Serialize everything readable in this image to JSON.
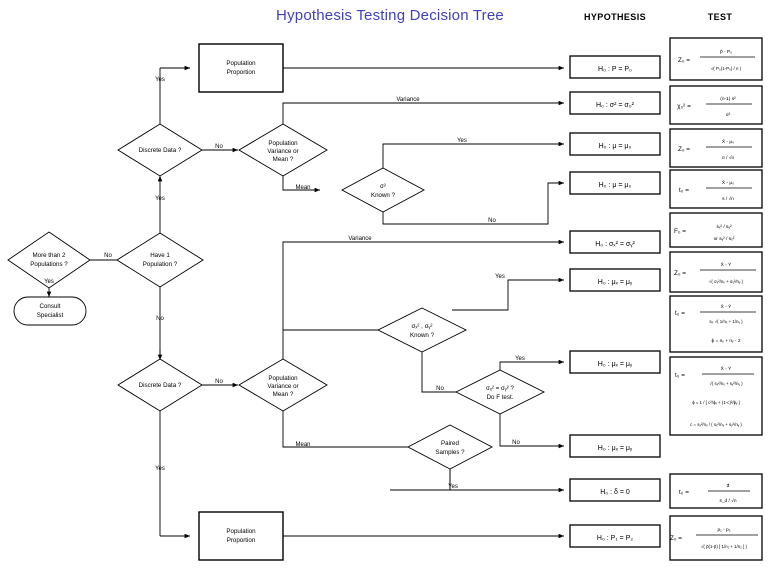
{
  "title": "Hypothesis Testing Decision Tree",
  "columns": {
    "hypothesis": "HYPOTHESIS",
    "test": "TEST"
  },
  "colors": {
    "title": "#4040c0",
    "stroke": "#000000",
    "background": "#ffffff"
  },
  "nodes": {
    "start": {
      "line1": "More than 2",
      "line2": "Populations ?"
    },
    "consult": {
      "line1": "Consult",
      "line2": "Specialist"
    },
    "have1": {
      "line1": "Have 1",
      "line2": "Population ?"
    },
    "discrete_top": {
      "line1": "Discrete Data ?"
    },
    "varmean_top": {
      "line1": "Population",
      "line2": "Variance or",
      "line3": "Mean ?"
    },
    "sigma_known": {
      "line1": "σ²",
      "line2": "Known ?"
    },
    "prop_top": {
      "line1": "Population",
      "line2": "Proportion"
    },
    "discrete_bot": {
      "line1": "Discrete Data ?"
    },
    "varmean_bot": {
      "line1": "Population",
      "line2": "Variance or",
      "line3": "Mean ?"
    },
    "sigmas_known": {
      "line1": "σₓ² , σᵧ²",
      "line2": "Known ?"
    },
    "ftest": {
      "line1": "σₓ² = σᵧ² ?",
      "line2": "Do F test."
    },
    "paired": {
      "line1": "Paired",
      "line2": "Samples ?"
    },
    "prop_bot": {
      "line1": "Population",
      "line2": "Proportion"
    }
  },
  "edge_labels": {
    "yes": "Yes",
    "no": "No",
    "variance": "Variance",
    "mean": "Mean"
  },
  "hypotheses": [
    {
      "id": "h1",
      "text": "H₀ :  P = P₀"
    },
    {
      "id": "h2",
      "text": "H₀ :  σ² = σ₀²"
    },
    {
      "id": "h3",
      "text": "H₀ :  μ = μ₀"
    },
    {
      "id": "h4",
      "text": "H₀ :  μ = μ₀"
    },
    {
      "id": "h5",
      "text": "H₀ :  σₓ² = σᵧ²"
    },
    {
      "id": "h6",
      "text": "H₀ :  μₓ = μᵧ"
    },
    {
      "id": "h7",
      "text": "H₀ :  μₓ = μᵧ"
    },
    {
      "id": "h8",
      "text": "H₀ :  μₓ = μᵧ"
    },
    {
      "id": "h9",
      "text": "H₀ :  δ = 0"
    },
    {
      "id": "h10",
      "text": "H₀ :  P₁ = P₂"
    }
  ],
  "tests": [
    {
      "id": "t1",
      "statistic": "Z₀ =",
      "numerator": "p̂ - P₀",
      "denominator": "√( P₀(1-P₀) / n )"
    },
    {
      "id": "t2",
      "statistic": "χ₀² =",
      "numerator": "(n-1) s²",
      "denominator": "σ²"
    },
    {
      "id": "t3",
      "statistic": "Z₀ =",
      "numerator": "X̄ - μ₀",
      "denominator": "σ / √n"
    },
    {
      "id": "t4",
      "statistic": "t₀ =",
      "numerator": "X̄ - μ₀",
      "denominator": "s / √n"
    },
    {
      "id": "t5",
      "statistic": "F₀ =",
      "numerator": "sₓ² / sᵧ²",
      "denominator": "or  sᵧ² / sₓ²"
    },
    {
      "id": "t6",
      "statistic": "Z₀ =",
      "numerator": "X̄ - Ȳ",
      "denominator": "√( σₓ²/nₓ + σᵧ²/nᵧ )"
    },
    {
      "id": "t7",
      "statistic": "t₀ =",
      "numerator": "X̄ - Ȳ",
      "denominator": "sₚ √( 1/nₓ + 1/nᵧ )",
      "extra": "ϕ = nₓ + nᵧ - 2"
    },
    {
      "id": "t8",
      "statistic": "t₀ =",
      "numerator": "X̄ - Ȳ",
      "denominator": "√( sₓ²/nₓ + sᵧ²/nᵧ )",
      "extra": "ϕ = 1 / [ c²/ϕₓ + (1-c)²/ϕᵧ ]",
      "extra2": "c = sₓ²/nₓ / ( sₓ²/nₓ + sᵧ²/nᵧ )"
    },
    {
      "id": "t9",
      "statistic": "t₀ =",
      "numerator": "d̄",
      "denominator": "s_d / √n"
    },
    {
      "id": "t10",
      "statistic": "Z₀ =",
      "numerator": "p₁ - p₂",
      "denominator": "√( p̄(1-p̄) [ 1/n₁ + 1/n₂ ] )"
    }
  ]
}
